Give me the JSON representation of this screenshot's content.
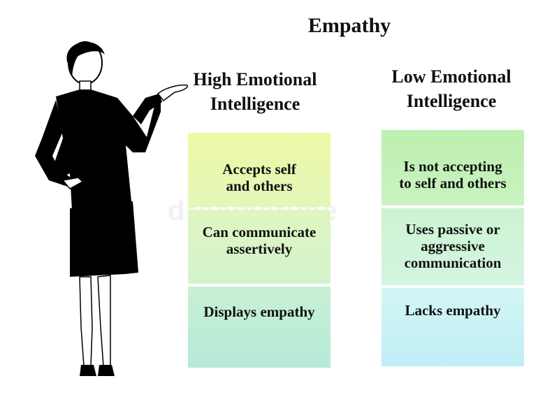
{
  "title": "Empathy",
  "high": {
    "heading_line1": "High Emotional",
    "heading_line2": "Intelligence",
    "items": [
      {
        "line1": "Accepts self",
        "line2": "and others"
      },
      {
        "line1": "Can communicate",
        "line2": "assertively"
      },
      {
        "line1": "Displays empathy"
      }
    ]
  },
  "low": {
    "heading_line1": "Low Emotional",
    "heading_line2": "Intelligence",
    "items": [
      {
        "line1": "Is not accepting",
        "line2": "to self and others"
      },
      {
        "line1": "Uses passive or",
        "line2": "aggressive",
        "line3": "communication"
      },
      {
        "line1": "Lacks empathy"
      }
    ]
  },
  "watermark": "dreamstime",
  "colors": {
    "high_box_1": [
      "#eff9a8",
      "#e2f7b8"
    ],
    "high_box_2": [
      "#e0f6c0",
      "#d3f3cc"
    ],
    "high_box_3": [
      "#c8f0d4",
      "#b6ead8"
    ],
    "low_box_1": [
      "#bdf0b0",
      "#c9f2c0"
    ],
    "low_box_2": [
      "#ccf3d0",
      "#d4f5e2"
    ],
    "low_box_3": [
      "#d3f6f4",
      "#bfeef6"
    ]
  }
}
